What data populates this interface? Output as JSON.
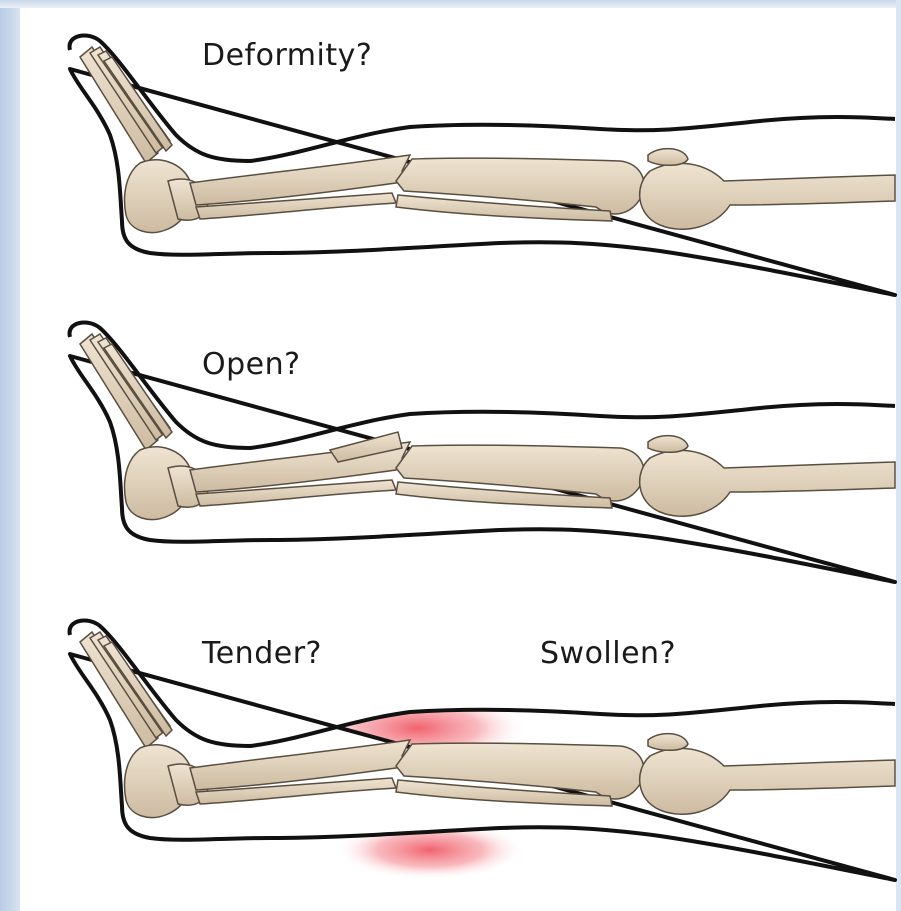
{
  "diagram": {
    "panels": [
      {
        "label": "Deformity?"
      },
      {
        "label": "Open?"
      },
      {
        "label": "Tender?",
        "second_label": "Swollen?"
      }
    ]
  },
  "colors": {
    "bone_fill": "#e6d8c3",
    "bone_shadow": "#c7b59c",
    "outline": "#111111",
    "swelling": "#f06a72",
    "frame": "#c9d8ea"
  }
}
